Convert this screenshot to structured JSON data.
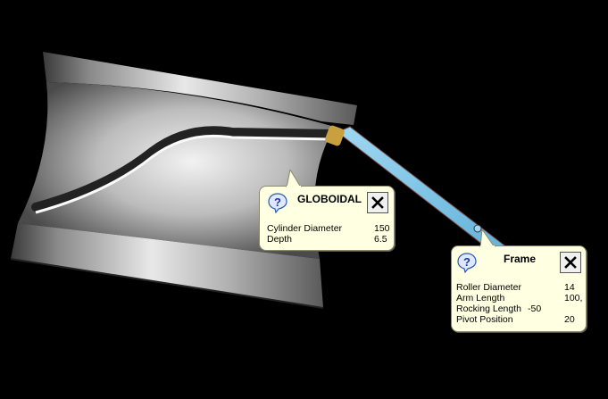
{
  "globoidal": {
    "title": "GLOBOIDAL",
    "help_icon": "help-question-icon",
    "close_icon": "close-x-icon",
    "rows": [
      {
        "label": "Cylinder Diameter",
        "value": "150"
      },
      {
        "label": "Depth",
        "value": "6.5"
      }
    ]
  },
  "frame": {
    "title": "Frame",
    "help_icon": "help-question-icon",
    "close_icon": "close-x-icon",
    "rows": [
      {
        "label": "Roller Diameter",
        "value": "14"
      },
      {
        "label": "Arm Length",
        "value": "100,"
      },
      {
        "label": "Rocking Length",
        "value": "-50"
      },
      {
        "label": "Pivot Position",
        "value": "20"
      }
    ]
  },
  "colors": {
    "background": "#000000",
    "callout_bg": "#ffffe1",
    "arm": "#7ec8e8",
    "roller": "#c8a040"
  }
}
